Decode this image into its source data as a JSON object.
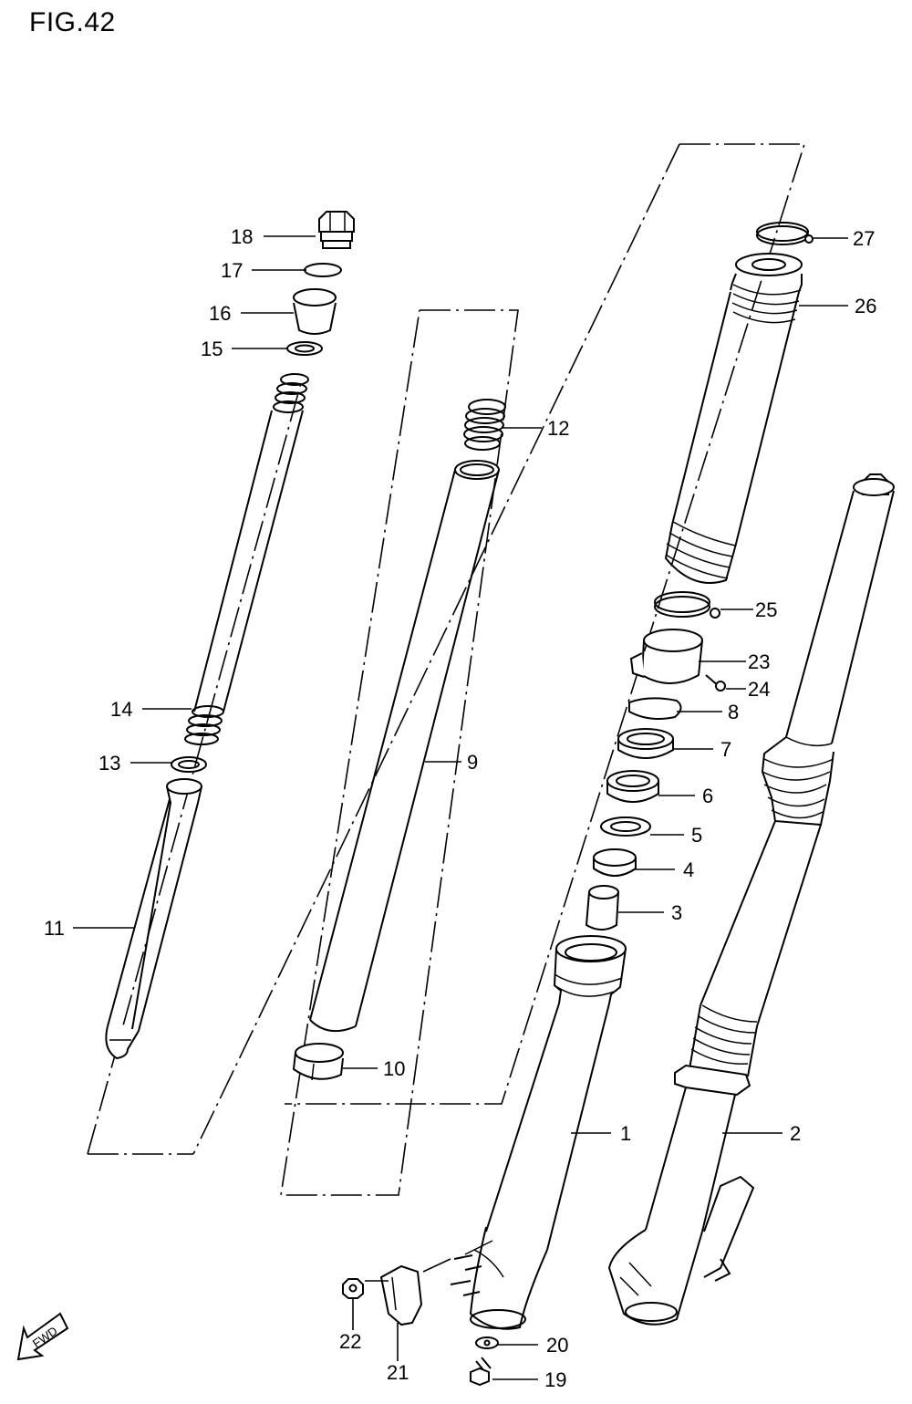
{
  "figure": {
    "title": "FIG.42",
    "fwd_label": "FWD"
  },
  "callouts": [
    {
      "id": "c1",
      "label": "1"
    },
    {
      "id": "c2",
      "label": "2"
    },
    {
      "id": "c3",
      "label": "3"
    },
    {
      "id": "c4",
      "label": "4"
    },
    {
      "id": "c5",
      "label": "5"
    },
    {
      "id": "c6",
      "label": "6"
    },
    {
      "id": "c7",
      "label": "7"
    },
    {
      "id": "c8",
      "label": "8"
    },
    {
      "id": "c9",
      "label": "9"
    },
    {
      "id": "c10",
      "label": "10"
    },
    {
      "id": "c11",
      "label": "11"
    },
    {
      "id": "c12",
      "label": "12"
    },
    {
      "id": "c13",
      "label": "13"
    },
    {
      "id": "c14",
      "label": "14"
    },
    {
      "id": "c15",
      "label": "15"
    },
    {
      "id": "c16",
      "label": "16"
    },
    {
      "id": "c17",
      "label": "17"
    },
    {
      "id": "c18",
      "label": "18"
    },
    {
      "id": "c19",
      "label": "19"
    },
    {
      "id": "c20",
      "label": "20"
    },
    {
      "id": "c21",
      "label": "21"
    },
    {
      "id": "c22",
      "label": "22"
    },
    {
      "id": "c23",
      "label": "23"
    },
    {
      "id": "c24",
      "label": "24"
    },
    {
      "id": "c25",
      "label": "25"
    },
    {
      "id": "c26",
      "label": "26"
    },
    {
      "id": "c27",
      "label": "27"
    }
  ]
}
